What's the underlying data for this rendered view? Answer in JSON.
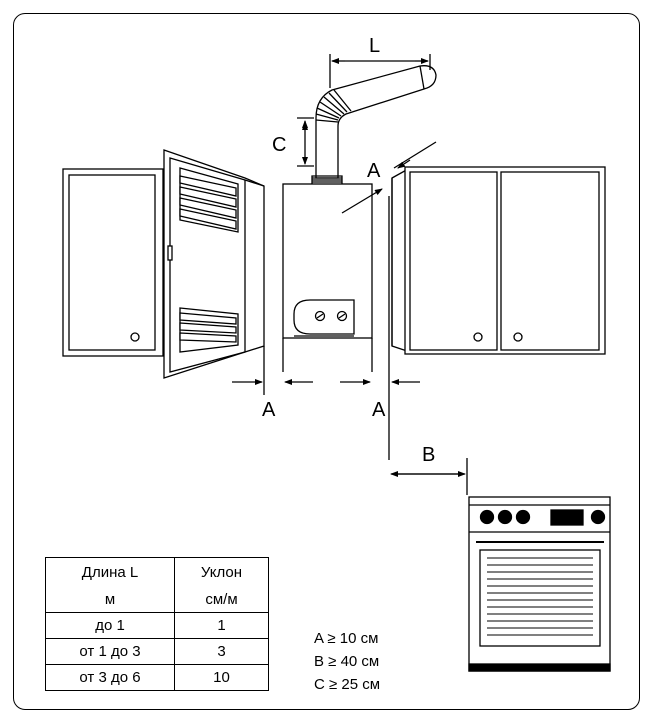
{
  "labels": {
    "L": "L",
    "C": "C",
    "A_top": "A",
    "A_bottom_left": "A",
    "A_bottom_right": "A",
    "B": "B"
  },
  "table": {
    "header": {
      "col1_line1": "Длина L",
      "col1_line2": "м",
      "col2_line1": "Уклон",
      "col2_line2": "см/м"
    },
    "rows": [
      {
        "length": "до 1",
        "slope": "1"
      },
      {
        "length": "от 1 до 3",
        "slope": "3"
      },
      {
        "length": "от 3 до 6",
        "slope": "10"
      }
    ]
  },
  "conditions": [
    "A ≥ 10 см",
    "B ≥ 40 см",
    "C ≥ 25 см"
  ]
}
